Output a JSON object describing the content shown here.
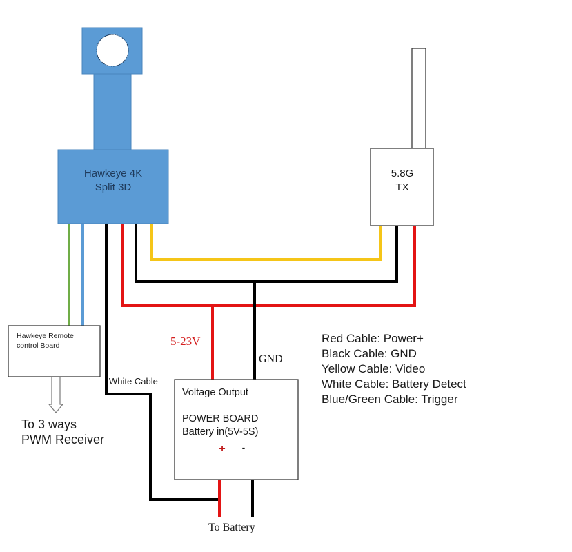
{
  "colors": {
    "camera_blue": "#5b9bd5",
    "camera_border": "#4a86bd",
    "camera_text": "#1f3b5c",
    "red": "#e31414",
    "black": "#000000",
    "yellow": "#f5c518",
    "green": "#70ad47",
    "blue": "#5b9bd5",
    "label_red": "#d42020",
    "box_border": "#3a3a3a",
    "text": "#1a1a1a"
  },
  "camera": {
    "name_line1": "Hawkeye 4K",
    "name_line2": "Split 3D"
  },
  "transmitter": {
    "name_line1": "5.8G",
    "name_line2": "TX"
  },
  "remote_board": {
    "name_line1": "Hawkeye Remote",
    "name_line2": "control Board",
    "output_line1": "To 3 ways",
    "output_line2": "PWM Receiver"
  },
  "power_board": {
    "line1": "Voltage Output",
    "line2": "POWER BOARD",
    "line3": "Battery in(5V-5S)",
    "plus": "+",
    "minus": "-"
  },
  "labels": {
    "voltage": "5-23V",
    "gnd": "GND",
    "white_cable": "White Cable",
    "to_battery": "To Battery"
  },
  "legend": [
    {
      "text": "Red Cable: Power+"
    },
    {
      "text": "Black Cable: GND"
    },
    {
      "text": "Yellow Cable: Video"
    },
    {
      "text": "White Cable: Battery Detect"
    },
    {
      "text": "Blue/Green Cable: Trigger"
    }
  ]
}
